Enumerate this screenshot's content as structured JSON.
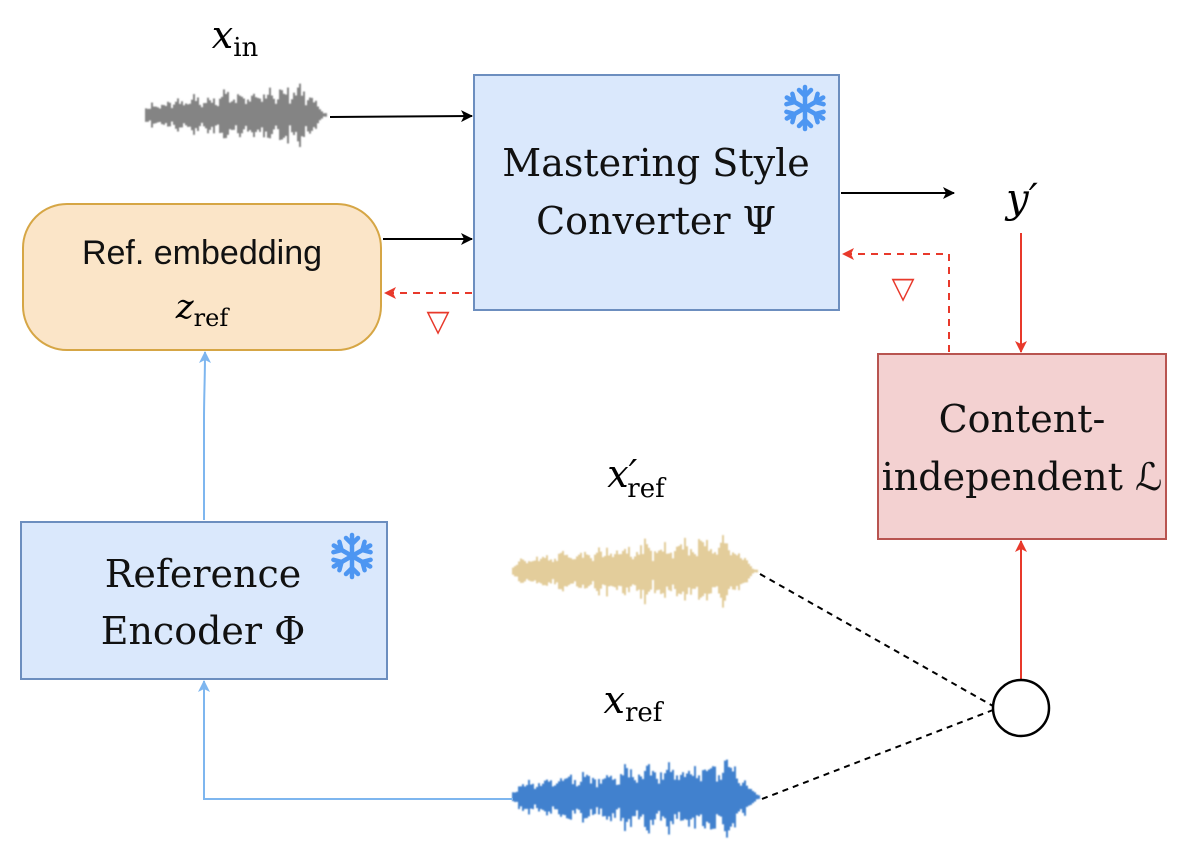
{
  "labels": {
    "x_in": {
      "base": "x",
      "sub": "in"
    },
    "y_prime": {
      "base": "y′"
    },
    "x_ref_prime": {
      "base": "x′",
      "sub": "ref"
    },
    "x_ref": {
      "base": "x",
      "sub": "ref"
    }
  },
  "boxes": {
    "converter": {
      "line1": "Mastering Style",
      "line2": "Converter Ψ"
    },
    "embedding": {
      "line1": "Ref. embedding",
      "var_base": "z",
      "var_sub": "ref"
    },
    "encoder": {
      "line1": "Reference",
      "line2": "Encoder Φ"
    },
    "loss": {
      "line1": "Content-",
      "line2": "independent ℒ"
    }
  },
  "gradient_symbol": "▽",
  "frozen_icon": "snowflake-icon",
  "colors": {
    "blue_box_fill": "#dae8fc",
    "blue_box_stroke": "#6c8ebf",
    "orange_box_fill": "#fbe5c8",
    "orange_box_stroke": "#d6a645",
    "red_box_fill": "#f3d1d1",
    "red_box_stroke": "#b85450",
    "black_arrow": "#000000",
    "red_arrow": "#e8392b",
    "blue_arrow": "#7eb6ef",
    "snowflake": "#4d96f2",
    "wave_gray": "#6e6e6e",
    "wave_gold": "#e0c890",
    "wave_blue": "#2f74c9"
  }
}
